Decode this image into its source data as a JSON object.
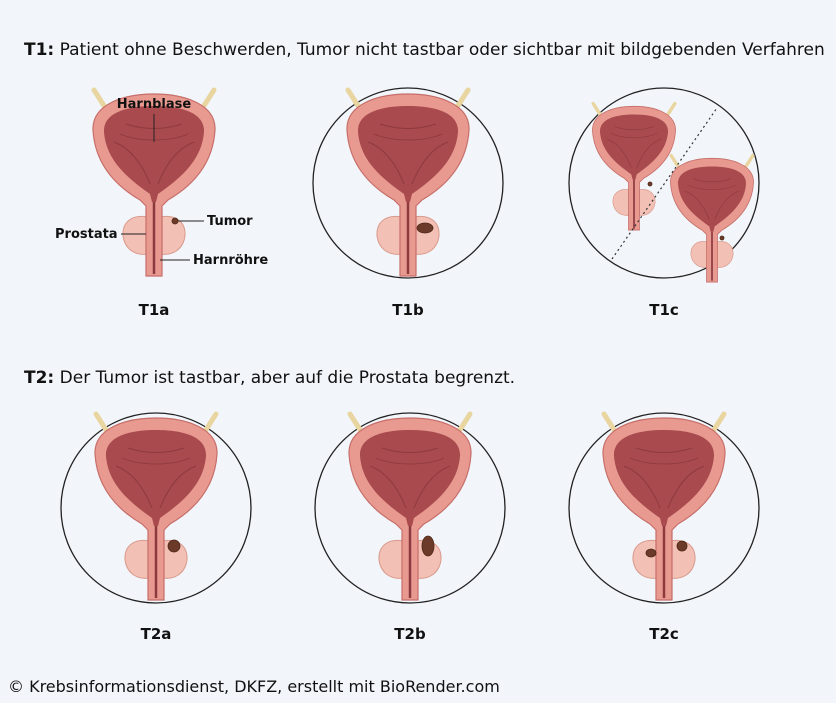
{
  "t1": {
    "prefix": "T1:",
    "text": " Patient ohne Beschwerden, Tumor nicht tastbar oder sichtbar mit bildgebenden Verfahren"
  },
  "t2": {
    "prefix": "T2:",
    "text": " Der Tumor ist tastbar, aber auf die Prostata begrenzt."
  },
  "annotations": {
    "bladder": "Harnblase",
    "tumor": "Tumor",
    "prostate": "Prostata",
    "urethra": "Harnröhre"
  },
  "stages": [
    "T1a",
    "T1b",
    "T1c",
    "T2a",
    "T2b",
    "T2c"
  ],
  "credit": "© Krebsinformationsdienst, DKFZ, erstellt mit BioRender.com",
  "colors": {
    "background": "#f2f6fb",
    "bladder_outer": "#e89a90",
    "bladder_inner": "#a94a4e",
    "prostate": "#f2c0b4",
    "ureter": "#e9d5a0",
    "tumor": "#6b3a28"
  }
}
